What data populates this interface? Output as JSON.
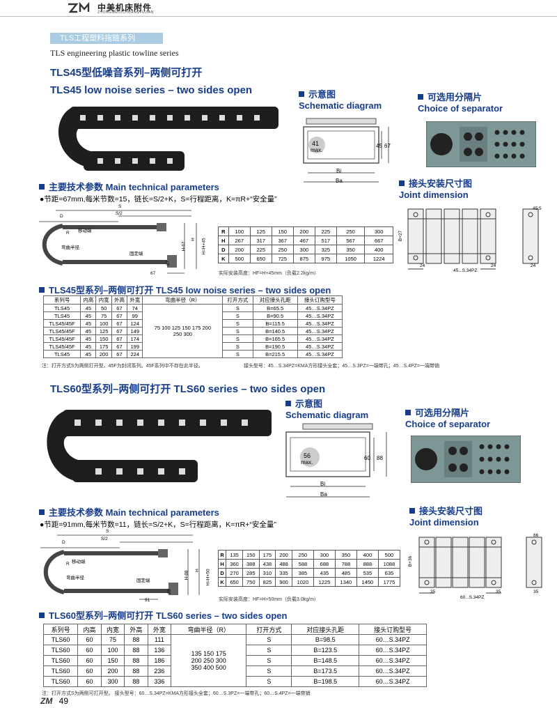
{
  "header": {
    "logo_text": "ZM",
    "company_cn": "中美机床附件",
    "company_en": "ZHONGMEIJICHUANGFUJIAN"
  },
  "series_tag": "TLS工程塑料拖链系列",
  "series_en": "TLS engineering plastic towline series",
  "tls45": {
    "title_cn": "TLS45型低噪音系列–两侧可打开",
    "title_en": "TLS45 low noise series – two sides open",
    "schematic_cn": "示意图",
    "schematic_en": "Schematic diagram",
    "separator_cn": "可选用分隔片",
    "separator_en": "Choice of separator",
    "joint_cn": "接头安装尺寸图",
    "joint_en": "Joint dimension",
    "params_title": "主要技术参数 Main technical parameters",
    "params_line": "●节距=67mm,每米节数=15，链长=S/2+K，S=行程距离，K=πR+“安全量”",
    "inner_max": "41",
    "max": "max.",
    "dim_45": "45",
    "dim_67": "67",
    "bi": "Bi",
    "ba": "Ba",
    "diag": {
      "s": "S",
      "s2": "S/2",
      "d": "D",
      "r": "R",
      "moving": "移动端",
      "radius": "弯曲半径",
      "fixed": "固定端",
      "h67": "H-67",
      "hh45": "H=H+45",
      "h": "H",
      "v67": "67",
      "b67": "67"
    },
    "joint": {
      "d24a": "24",
      "d24b": "24",
      "d455": "45.5",
      "d24c": "24",
      "b27": "B+27",
      "pz": "45...S.34PZ"
    },
    "param_table": [
      [
        "R",
        "100",
        "125",
        "150",
        "200",
        "225",
        "250",
        "300"
      ],
      [
        "H",
        "267",
        "317",
        "367",
        "467",
        "517",
        "567",
        "667"
      ],
      [
        "D",
        "200",
        "225",
        "250",
        "300",
        "325",
        "350",
        "400"
      ],
      [
        "K",
        "500",
        "650",
        "725",
        "875",
        "975",
        "1050",
        "1224"
      ]
    ],
    "param_note": "实际安装高度：HF=H+45mm（负载2.2kg/m）",
    "series_title": "TLS45型系列–两侧可打开 TLS45 low noise series – two sides open",
    "series_headers": [
      "系列号",
      "内高",
      "内宽",
      "外高",
      "外宽",
      "弯曲半径（R）",
      "打开方式",
      "对应接头孔距",
      "接头订购型号"
    ],
    "radius_text1": "75 100 125 150 175 200",
    "radius_text2": "250 300",
    "series_rows": [
      [
        "TLS45",
        "45",
        "50",
        "67",
        "74",
        "S",
        "B=65.5",
        "45…S.34PZ"
      ],
      [
        "TLS45",
        "45",
        "75",
        "67",
        "99",
        "S",
        "B=90.5",
        "45…S.34PZ"
      ],
      [
        "TLS45/45F",
        "45",
        "100",
        "67",
        "124",
        "S",
        "B=115.5",
        "45…S.34PZ"
      ],
      [
        "TLS45/45F",
        "45",
        "125",
        "67",
        "149",
        "S",
        "B=140.5",
        "45…S.34PZ"
      ],
      [
        "TLS45/45F",
        "45",
        "150",
        "67",
        "174",
        "S",
        "B=165.5",
        "45…S.34PZ"
      ],
      [
        "TLS45/45F",
        "45",
        "175",
        "67",
        "199",
        "S",
        "B=190.5",
        "45…S.34PZ"
      ],
      [
        "TLS45",
        "45",
        "200",
        "67",
        "224",
        "S",
        "B=215.5",
        "45…S.34PZ"
      ]
    ],
    "series_note1": "注：打开方式S为两侧打开型，45F为封闭系列。45F系列中不存在此半径。",
    "series_note2": "接头型号：45…S.34PZ=KMA方形接头全套；45…S.3PZ=一端带孔；45…S.4PZ=一端带销"
  },
  "tls60": {
    "title": "TLS60型系列–两侧可打开  TLS60 series – two sides open",
    "schematic_cn": "示意图",
    "schematic_en": "Schematic diagram",
    "separator_cn": "可选用分隔片",
    "separator_en": "Choice of separator",
    "joint_cn": "接头安装尺寸图",
    "joint_en": "Joint dimension",
    "params_title": "主要技术参数 Main technical parameters",
    "params_line": "●节距=91mm,每米节数=11，链长=S/2+K，S=行程距离，K=πR+“安全量”",
    "inner_max": "56",
    "max": "max.",
    "dim_60": "60",
    "dim_88": "88",
    "bi": "Bi",
    "ba": "Ba",
    "diag": {
      "s": "S",
      "s2": "S/2",
      "d": "D",
      "r": "R",
      "moving": "移动端",
      "radius": "弯曲半径",
      "fixed": "固定端",
      "h88": "H-88",
      "hh50": "H=H+50",
      "h": "H",
      "v88": "88",
      "b91": "91"
    },
    "joint": {
      "d35a": "35",
      "d35b": "35",
      "d66": "66",
      "d35c": "35",
      "b36": "B+36",
      "pz": "60...S.34PZ"
    },
    "param_table": [
      [
        "R",
        "135",
        "150",
        "175",
        "200",
        "250",
        "300",
        "350",
        "400",
        "500"
      ],
      [
        "H",
        "360",
        "388",
        "438",
        "488",
        "588",
        "688",
        "788",
        "888",
        "1088"
      ],
      [
        "D",
        "270",
        "285",
        "310",
        "335",
        "385",
        "435",
        "485",
        "535",
        "635"
      ],
      [
        "K",
        "650",
        "750",
        "825",
        "900",
        "1020",
        "1225",
        "1340",
        "1450",
        "1775"
      ]
    ],
    "param_note": "实际安装高度：HF=H+50mm（负载3.0kg/m）",
    "series_title": "TLS60型系列–两侧可打开 TLS60 series – two sides open",
    "series_headers": [
      "系列号",
      "内高",
      "内宽",
      "外高",
      "外宽",
      "弯曲半径（R）",
      "打开方式",
      "对应接头孔距",
      "接头订购型号"
    ],
    "radius_text1": "135 150 175",
    "radius_text2": "200 250 300",
    "radius_text3": "350 400 500",
    "series_rows": [
      [
        "TLS60",
        "60",
        "75",
        "88",
        "111",
        "S",
        "B=98.5",
        "60…S.34PZ"
      ],
      [
        "TLS60",
        "60",
        "100",
        "88",
        "136",
        "S",
        "B=123.5",
        "60…S.34PZ"
      ],
      [
        "TLS60",
        "60",
        "150",
        "88",
        "186",
        "S",
        "B=148.5",
        "60…S.34PZ"
      ],
      [
        "TLS60",
        "60",
        "200",
        "88",
        "236",
        "S",
        "B=173.5",
        "60…S.34PZ"
      ],
      [
        "TLS60",
        "60",
        "300",
        "88",
        "336",
        "S",
        "B=198.5",
        "60…S.34PZ"
      ]
    ],
    "series_note": "注：打开方式S为两侧可打开型。  接头型号：60…S.34PZ=KMA方形接头全套；60…S.3PZ=一端带孔；60…S.4PZ=一端带销"
  },
  "footer": {
    "logo": "ZM",
    "page": "49"
  }
}
